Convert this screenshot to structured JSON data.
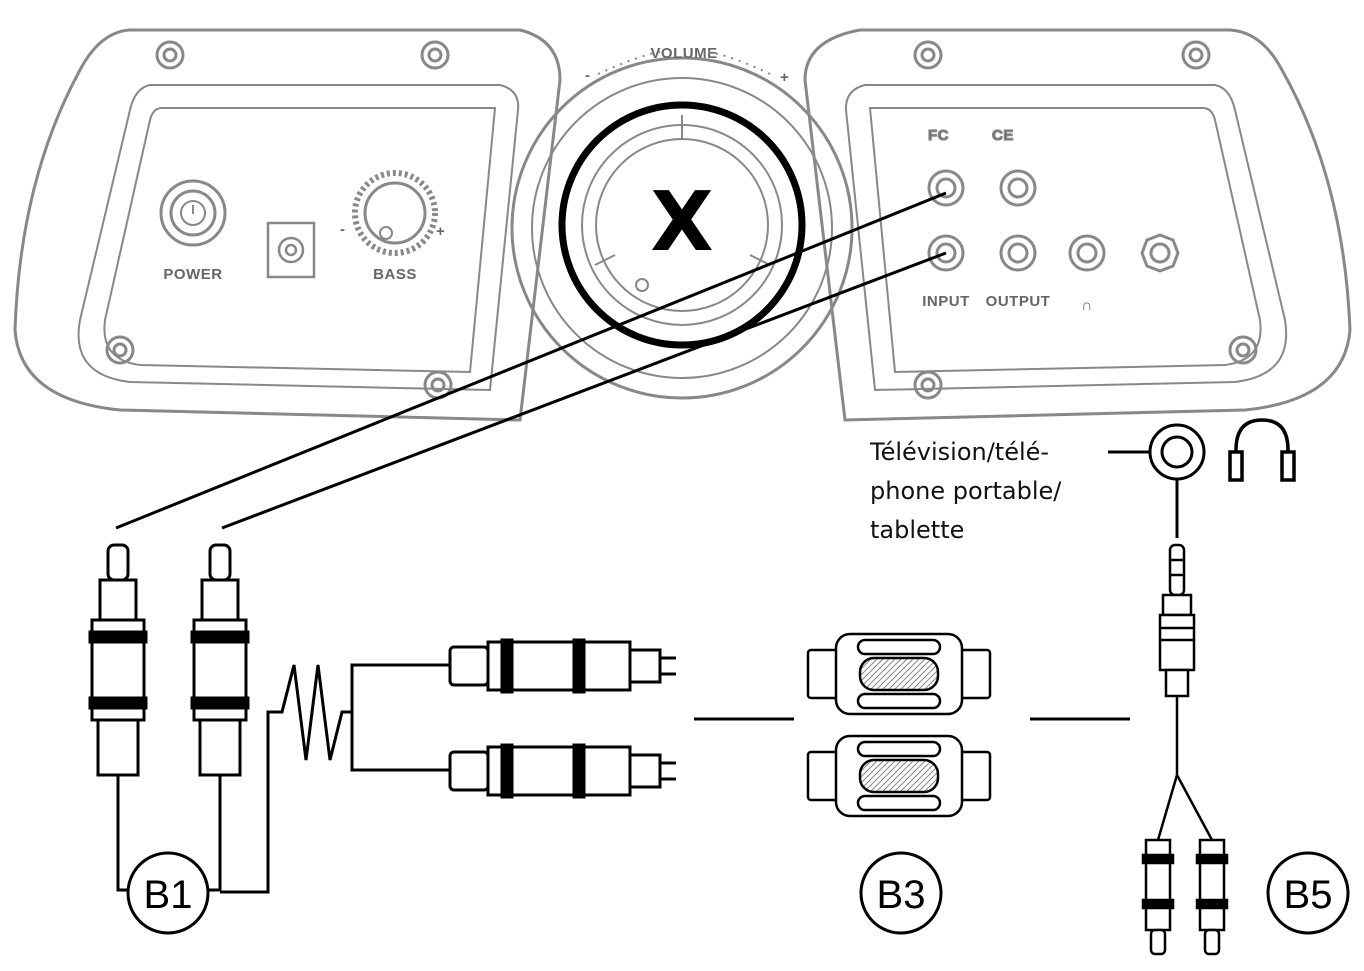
{
  "device": {
    "volume_label": "VOLUME",
    "volume_minus": "-",
    "volume_plus": "+",
    "brand_mark": "X",
    "power_label": "POWER",
    "bass_label": "BASS",
    "bass_minus": "-",
    "bass_plus": "+",
    "cert_fc": "FC",
    "cert_ce": "CE",
    "input_label": "INPUT",
    "output_label": "OUTPUT",
    "headphone_symbol": "∩"
  },
  "source": {
    "caption_lines": [
      "Télévision/télé-",
      "phone portable/",
      "tablette"
    ]
  },
  "callouts": {
    "b1": "B1",
    "b3": "B3",
    "b5": "B5"
  }
}
